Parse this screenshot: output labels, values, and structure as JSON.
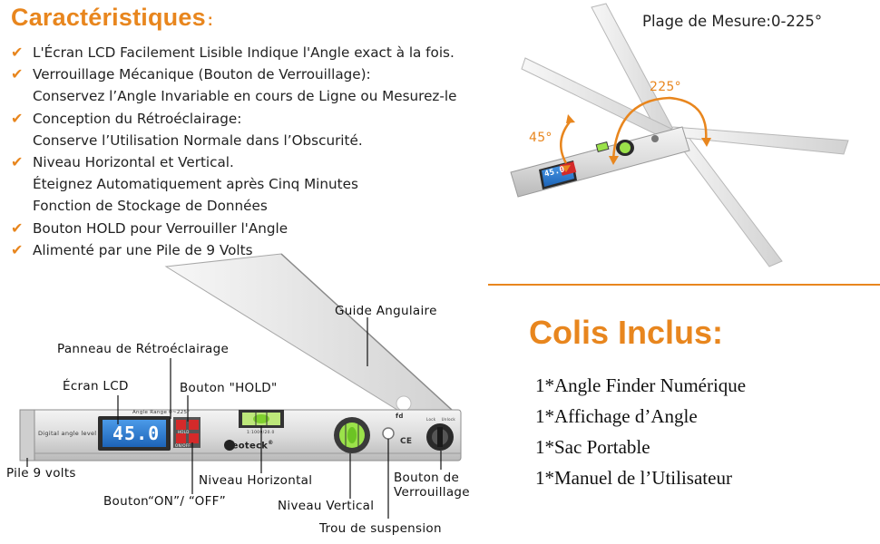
{
  "features": {
    "title": "Caractéristiques",
    "title_colon": ":",
    "check_icon": "checkmark-icon",
    "items": [
      {
        "lines": [
          "L'Écran LCD Facilement Lisible Indique l'Angle exact à la fois."
        ]
      },
      {
        "lines": [
          "Verrouillage Mécanique (Bouton de Verrouillage):",
          "Conservez l’Angle Invariable en cours de Ligne ou Mesurez-le"
        ]
      },
      {
        "lines": [
          "Conception du Rétroéclairage:",
          "Conserve l’Utilisation Normale dans l’Obscurité."
        ]
      },
      {
        "lines": [
          "Niveau Horizontal et Vertical.",
          "Éteignez Automatiquement après Cinq Minutes",
          "Fonction de Stockage de Données"
        ]
      },
      {
        "lines": [
          "Bouton HOLD pour Verrouiller l'Angle"
        ]
      },
      {
        "lines": [
          "Alimenté par une Pile de 9 Volts"
        ]
      }
    ]
  },
  "range": {
    "text": "Plage de Mesure:0-225°",
    "angle_small": "45°",
    "angle_large": "225°",
    "lcd_value": "45.0"
  },
  "package": {
    "title": "Colis Inclus:",
    "items": [
      "1*Angle Finder Numérique",
      "1*Affichage d’Angle",
      "1*Sac Portable",
      "1*Manuel de l’Utilisateur"
    ]
  },
  "diagram": {
    "labels": {
      "guide": "Guide Angulaire",
      "backlight": "Panneau de Rétroéclairage",
      "lcd": "Écran LCD",
      "hold": "Bouton \"HOLD\"",
      "battery": "Pile 9 volts",
      "horizontal": "Niveau Horizontal",
      "onoff": "Bouton“ON”/ “OFF”",
      "vertical": "Niveau Vertical",
      "hanging": "Trou de suspension",
      "lock_line1": "Bouton de",
      "lock_line2": "Verrouillage"
    },
    "device": {
      "lcd_value": "45.0",
      "model_text": "Digital angle level",
      "range_text": "Angle Range 0~225°",
      "brand": "Neoteck",
      "brand_mark": "®",
      "button_hold": "HOLD",
      "button_onoff": "ON/OFF",
      "scale_text": "1:1000/20.0",
      "ce_mark": "CE",
      "fd_text": "fd",
      "lock_text": "Lock    Unlock"
    }
  },
  "colors": {
    "accent": "#e8861e",
    "text": "#222222",
    "lcd_blue": "#2f7fd6",
    "bubble_green": "#9be24a",
    "button_red": "#d42a2a"
  }
}
